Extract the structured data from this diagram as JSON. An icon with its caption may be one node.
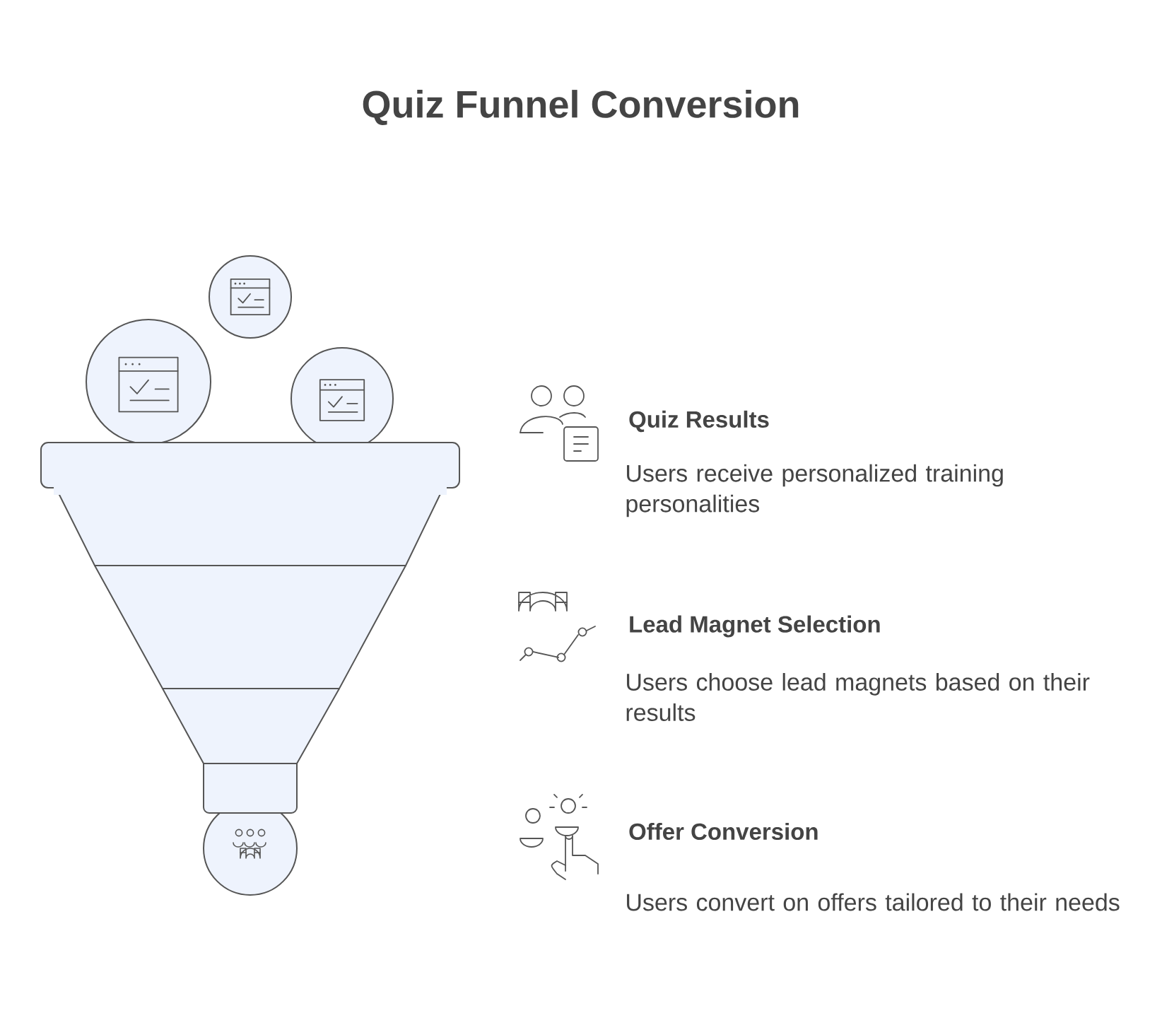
{
  "diagram": {
    "title": "Quiz Funnel Conversion",
    "labels": [
      "Quiz Results",
      "Users receive personalized training personalities",
      "Lead Magnet Selection",
      "Users choose lead magnets based on their results",
      "Offer Conversion",
      "Users convert on offers tailored to their needs"
    ]
  }
}
